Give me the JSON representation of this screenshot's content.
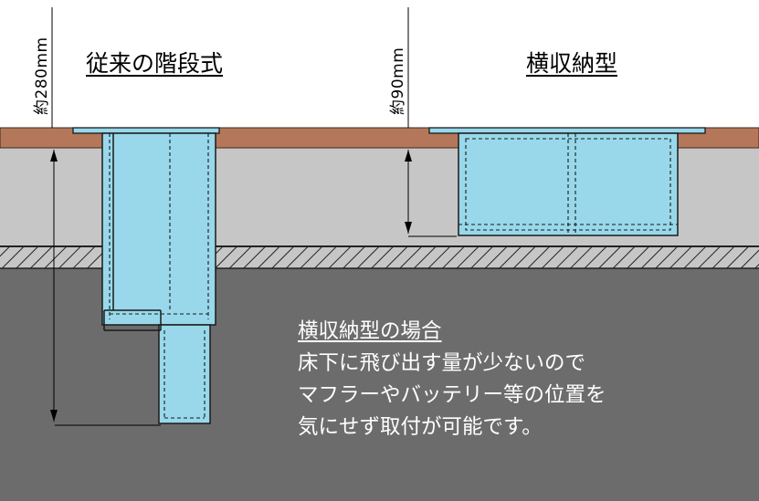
{
  "titles": {
    "conventional": "従来の階段式",
    "horizontal": "横収納型"
  },
  "dimensions": {
    "conventional": "約280mm",
    "horizontal": "約90mm"
  },
  "description": {
    "heading": "横収納型の場合",
    "lines": [
      "床下に飛び出す量が少ないので",
      "マフラーやバッテリー等の位置を",
      "気にせず取付が可能です。"
    ]
  },
  "colors": {
    "floor_board": "#b5775a",
    "underfloor_space": "#c6c6c6",
    "ground": "#6c6c6c",
    "step_box": "#98d8ea",
    "outline": "#1a1a1a"
  }
}
